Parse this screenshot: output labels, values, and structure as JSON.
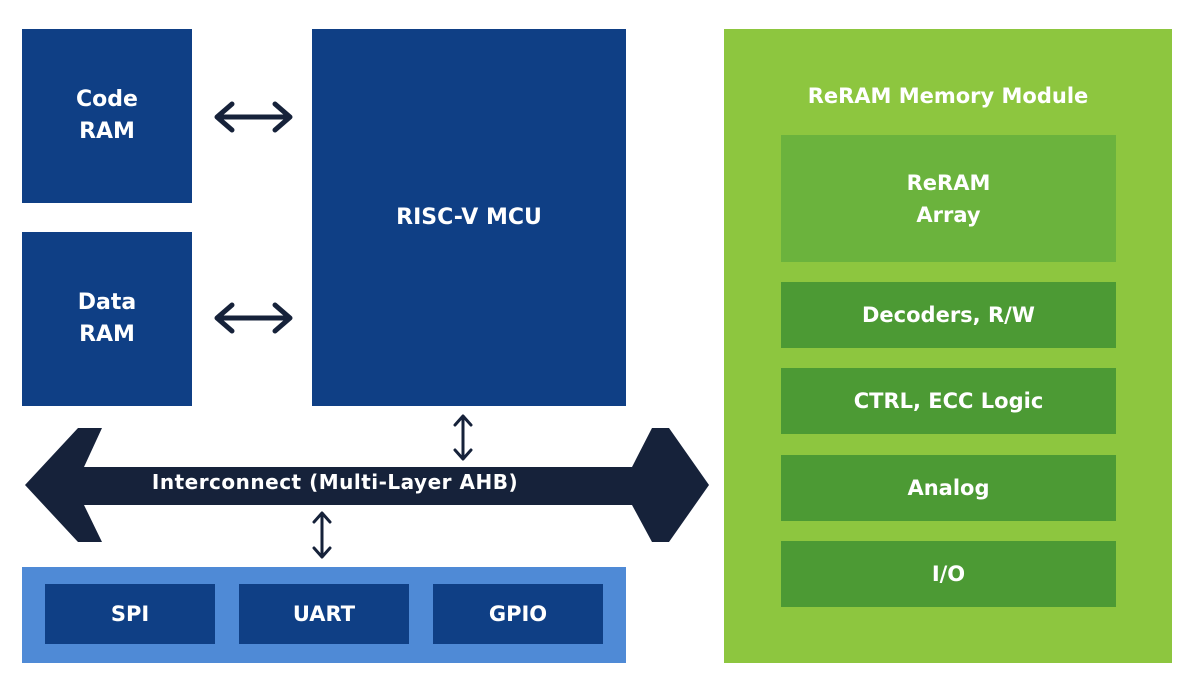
{
  "code_ram": {
    "line1": "Code",
    "line2": "RAM"
  },
  "data_ram": {
    "line1": "Data",
    "line2": "RAM"
  },
  "mcu": {
    "label": "RISC-V MCU"
  },
  "interconnect": {
    "label": "Interconnect (Multi-Layer AHB)"
  },
  "peripherals": [
    "SPI",
    "UART",
    "GPIO"
  ],
  "reram_module": {
    "title": "ReRAM Memory Module",
    "array": {
      "line1": "ReRAM",
      "line2": "Array"
    },
    "blocks": [
      "Decoders, R/W",
      "CTRL, ECC Logic",
      "Analog",
      "I/O"
    ]
  },
  "colors": {
    "dark_blue": "#0f3f85",
    "light_blue": "#4f8ad6",
    "navy_arrow": "#16223a",
    "lime_green": "#8dc63f",
    "mid_green": "#6bb33d",
    "dark_green": "#4c9a34"
  }
}
